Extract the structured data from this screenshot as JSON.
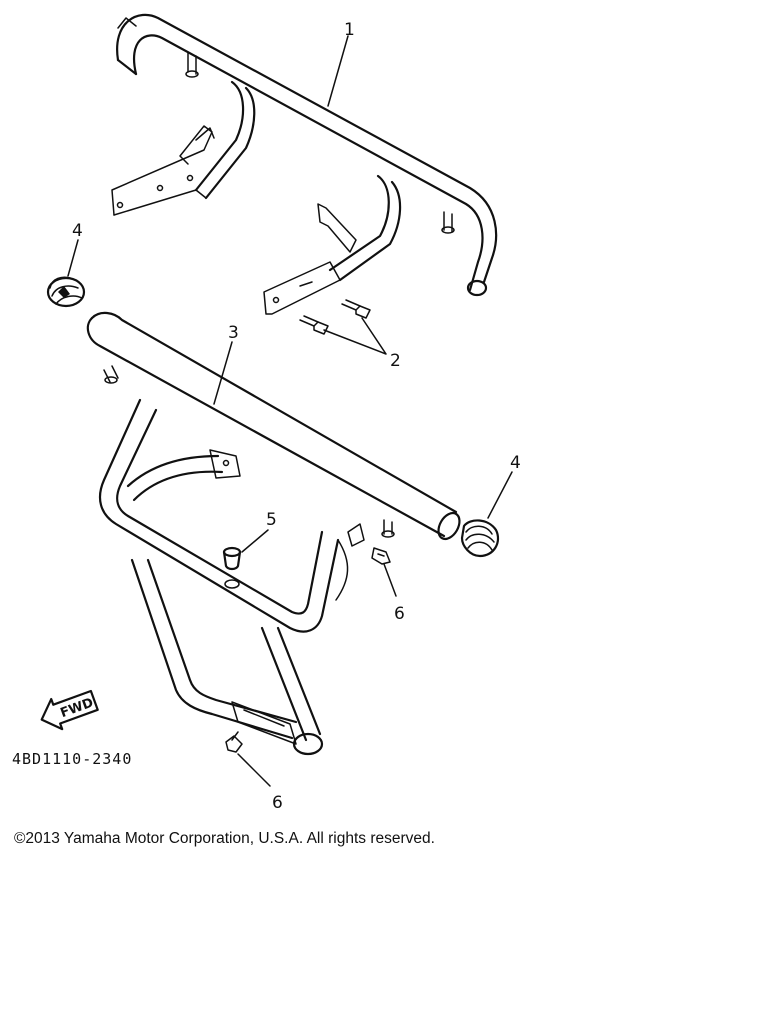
{
  "diagram": {
    "callouts": [
      {
        "id": "c1",
        "label": "1"
      },
      {
        "id": "c2",
        "label": "2"
      },
      {
        "id": "c3",
        "label": "3"
      },
      {
        "id": "c4a",
        "label": "4"
      },
      {
        "id": "c4b",
        "label": "4"
      },
      {
        "id": "c5",
        "label": "5"
      },
      {
        "id": "c6a",
        "label": "6"
      },
      {
        "id": "c6b",
        "label": "6"
      }
    ],
    "direction_arrow": "FWD",
    "part_number": "4BD1110-2340"
  },
  "footer": {
    "copyright": "©2013 Yamaha Motor Corporation, U.S.A. All rights reserved."
  }
}
